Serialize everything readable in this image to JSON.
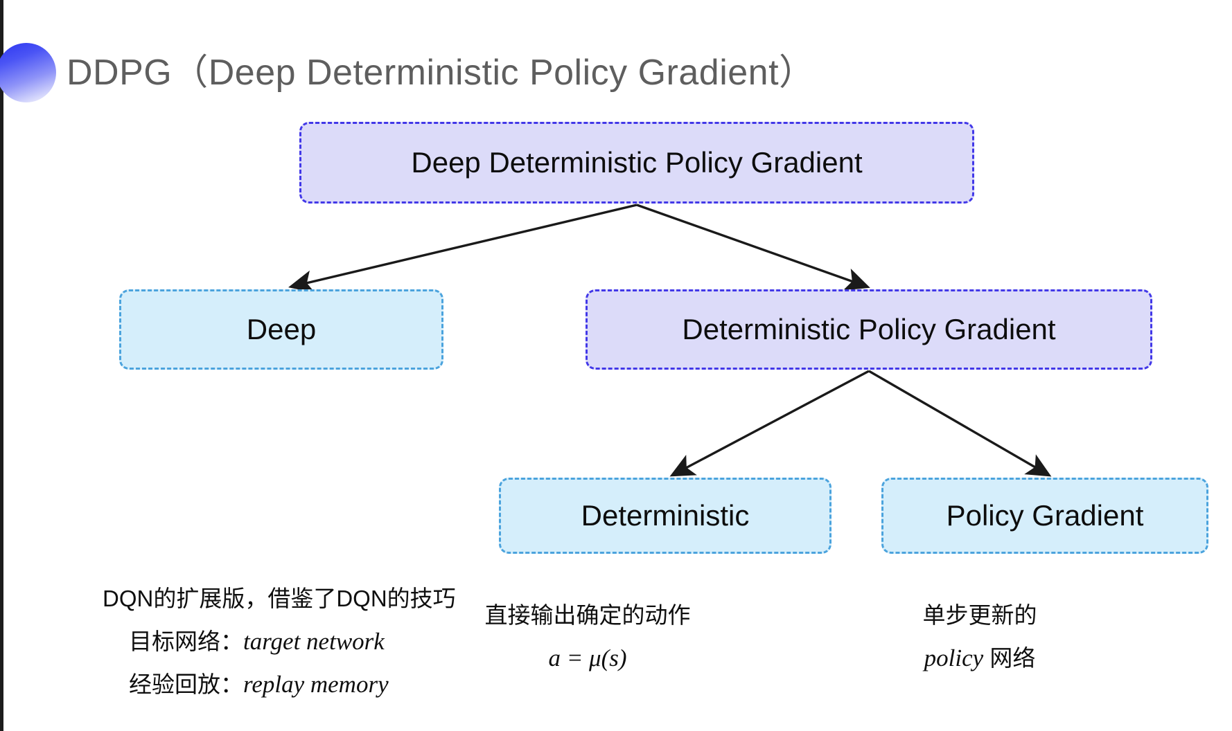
{
  "slide": {
    "title": "DDPG（Deep Deterministic Policy Gradient）",
    "bullet_icon": "half-circle-gradient-icon",
    "background_color": "#ffffff",
    "title_color": "#5e5e5e"
  },
  "palette": {
    "purple_fill": "#dcdbf9",
    "purple_border": "#4238e8",
    "blue_fill": "#d5eefb",
    "blue_border": "#4ba3dd",
    "arrow_color": "#1a1a1a"
  },
  "diagram": {
    "type": "tree",
    "nodes": [
      {
        "id": "root",
        "label": "Deep Deterministic Policy Gradient",
        "style": "purple",
        "level": 0
      },
      {
        "id": "deep",
        "label": "Deep",
        "style": "blue",
        "level": 1
      },
      {
        "id": "dpg",
        "label": "Deterministic Policy Gradient",
        "style": "purple",
        "level": 1
      },
      {
        "id": "deterministic",
        "label": "Deterministic",
        "style": "blue",
        "level": 2
      },
      {
        "id": "policy_gradient",
        "label": "Policy Gradient",
        "style": "blue",
        "level": 2
      }
    ],
    "edges": [
      {
        "from": "root",
        "to": "deep"
      },
      {
        "from": "root",
        "to": "dpg"
      },
      {
        "from": "dpg",
        "to": "deterministic"
      },
      {
        "from": "dpg",
        "to": "policy_gradient"
      }
    ]
  },
  "annotations": {
    "deep": {
      "line1": "DQN的扩展版，借鉴了DQN的技巧",
      "line2_label": "目标网络：",
      "line2_term": "target network",
      "line3_label": "经验回放：",
      "line3_term": "replay memory"
    },
    "deterministic": {
      "line1": "直接输出确定的动作",
      "line2": "a = μ(s)"
    },
    "policy_gradient": {
      "line1": "单步更新的",
      "line2_term": "policy",
      "line2_rest": " 网络"
    }
  }
}
